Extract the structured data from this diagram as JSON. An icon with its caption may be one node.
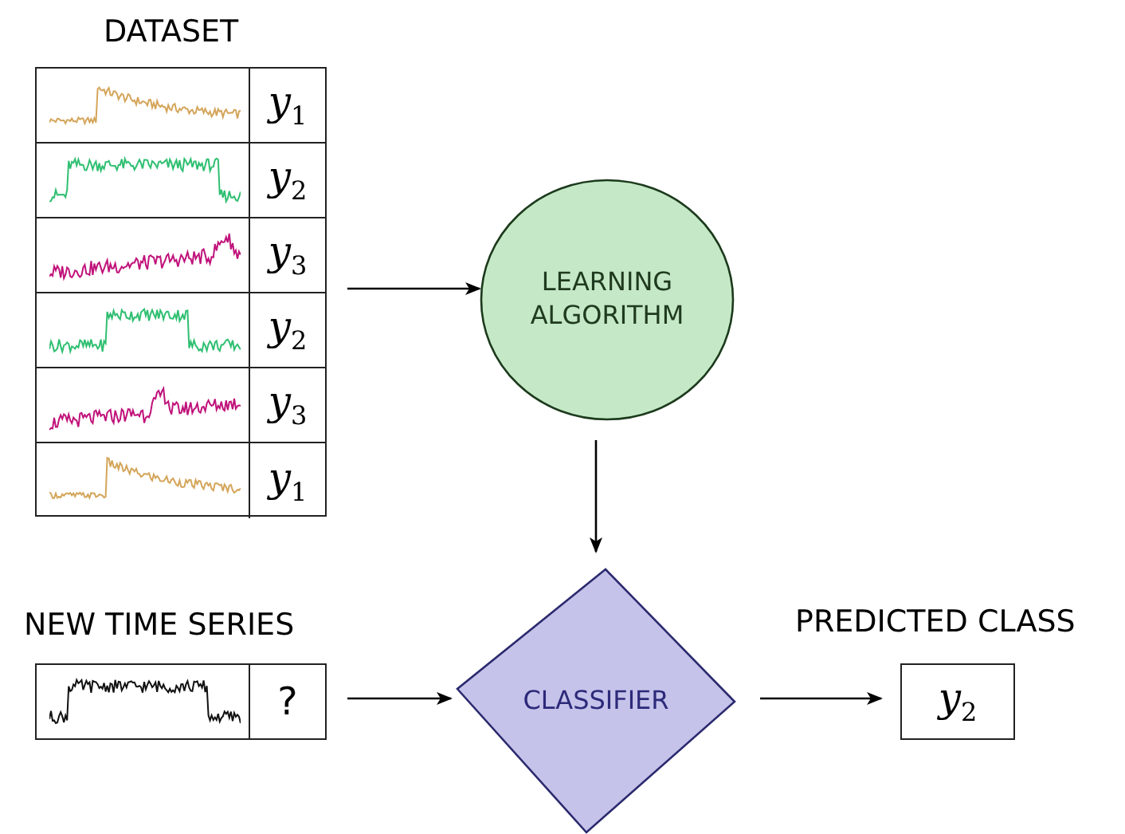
{
  "diagram": {
    "nodes": [
      {
        "text": [
          "DATASET"
        ]
      },
      {
        "text": [
          "y$_{1}$"
        ],
        "in": 0
      },
      {
        "text": [
          "y$_{2}$"
        ],
        "in": 0
      },
      {
        "text": [
          "y$_{3}$"
        ],
        "in": 0
      },
      {
        "text": [
          "y$_{2}$"
        ],
        "in": 0
      },
      {
        "text": [
          "y$_{3}$"
        ],
        "in": 0
      },
      {
        "text": [
          "y$_{1}$"
        ],
        "in": 0
      },
      {
        "text": [
          "LEARNING ALGORITHM"
        ]
      },
      {
        "text": [
          "NEW TIME SERIES",
          "?"
        ]
      },
      {
        "text": [
          "CLASSIFIER"
        ]
      },
      {
        "text": [
          "PREDICTED CLASS",
          "y$_{2}$"
        ]
      }
    ],
    "edges": [
      {
        "from": 0,
        "to": 7,
        "arrow": "to"
      },
      {
        "from": 7,
        "to": 9,
        "arrow": "to"
      },
      {
        "from": 8,
        "to": 9,
        "arrow": "to"
      },
      {
        "from": 9,
        "to": 10,
        "arrow": "to"
      }
    ]
  }
}
